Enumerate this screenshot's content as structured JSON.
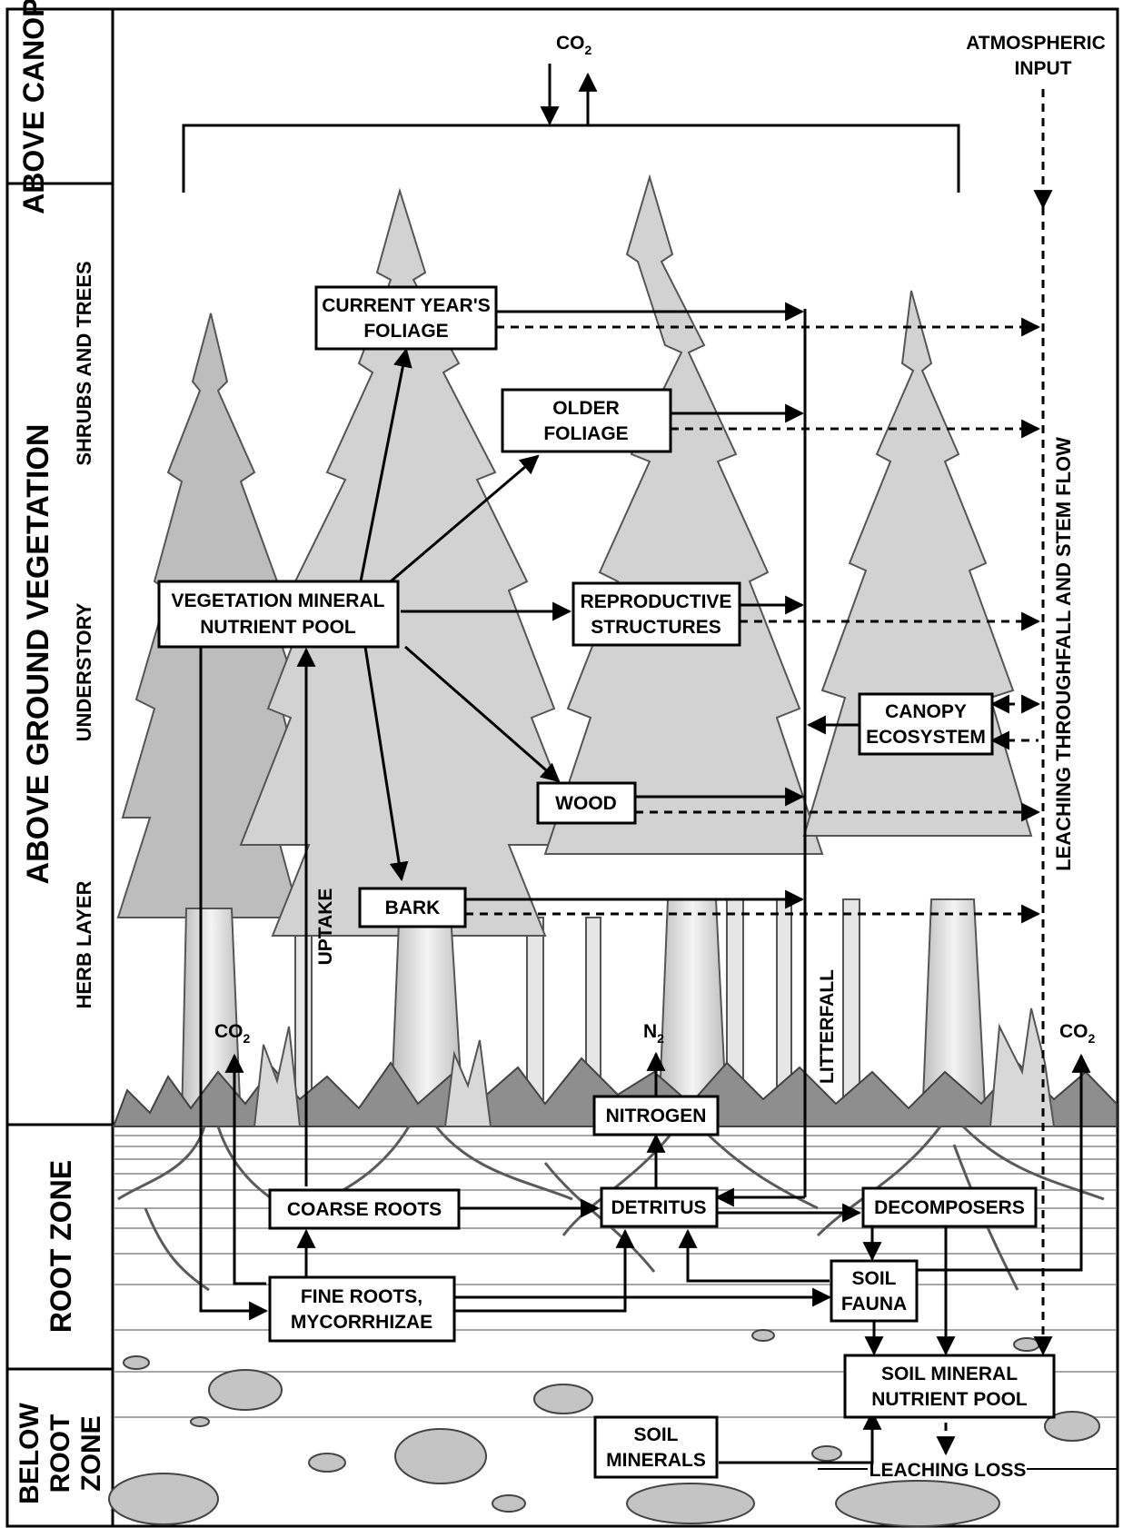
{
  "zones": {
    "above_canopy": "ABOVE CANOPY",
    "above_ground": "ABOVE GROUND VEGETATION",
    "shrubs_trees": "SHRUBS AND TREES",
    "understory": "UNDERSTORY",
    "herb_layer": "HERB LAYER",
    "root_zone": "ROOT ZONE",
    "below_root_line1": "BELOW",
    "below_root_line2": "ROOT",
    "below_root_line3": "ZONE"
  },
  "labels": {
    "co2_top": "CO",
    "co2_sub": "2",
    "atmo_line1": "ATMOSPHERIC",
    "atmo_line2": "INPUT",
    "leaching_flow": "LEACHING THROUGHFALL AND STEM FLOW",
    "uptake": "UPTAKE",
    "litterfall": "LITTERFALL",
    "co2_left": "CO",
    "co2_left_sub": "2",
    "n2": "N",
    "n2_sub": "2",
    "co2_right": "CO",
    "co2_right_sub": "2",
    "leaching_loss": "LEACHING LOSS"
  },
  "boxes": {
    "current_foliage_1": "CURRENT YEAR'S",
    "current_foliage_2": "FOLIAGE",
    "older_foliage_1": "OLDER",
    "older_foliage_2": "FOLIAGE",
    "veg_pool_1": "VEGETATION MINERAL",
    "veg_pool_2": "NUTRIENT POOL",
    "repro_1": "REPRODUCTIVE",
    "repro_2": "STRUCTURES",
    "canopy_eco_1": "CANOPY",
    "canopy_eco_2": "ECOSYSTEM",
    "wood": "WOOD",
    "bark": "BARK",
    "nitrogen": "NITROGEN",
    "coarse_roots": "COARSE ROOTS",
    "detritus": "DETRITUS",
    "decomposers": "DECOMPOSERS",
    "fine_roots_1": "FINE ROOTS,",
    "fine_roots_2": "MYCORRHIZAE",
    "soil_fauna_1": "SOIL",
    "soil_fauna_2": "FAUNA",
    "soil_pool_1": "SOIL MINERAL",
    "soil_pool_2": "NUTRIENT POOL",
    "soil_minerals_1": "SOIL",
    "soil_minerals_2": "MINERALS"
  }
}
